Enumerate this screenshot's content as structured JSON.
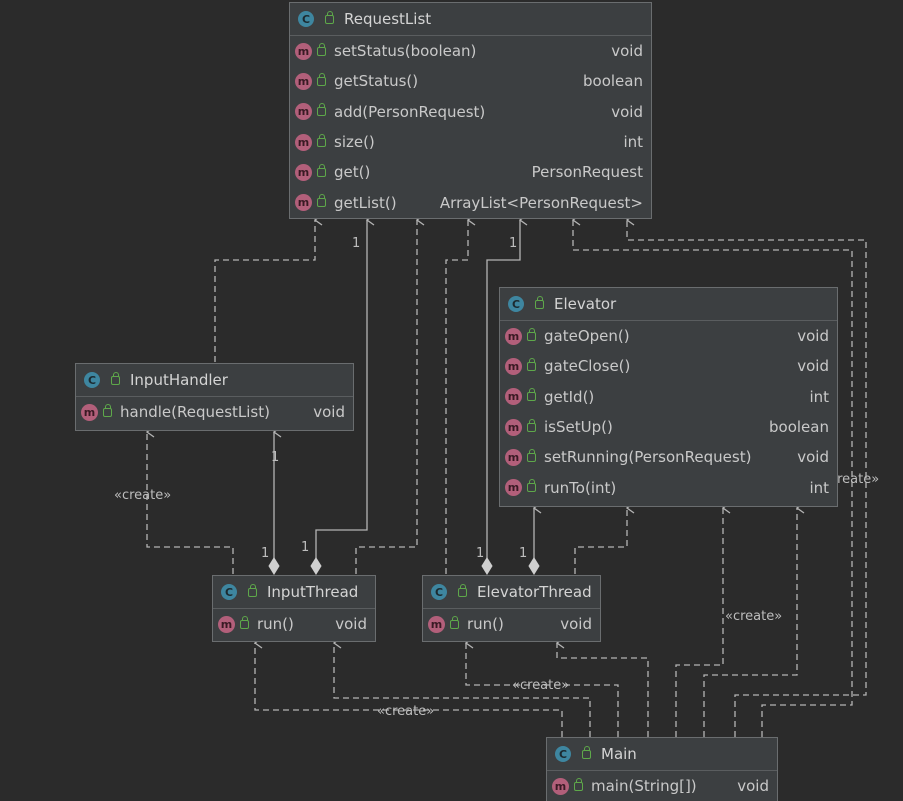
{
  "classes": {
    "request_list": {
      "name": "RequestList",
      "methods": [
        {
          "name": "setStatus(boolean)",
          "type": "void"
        },
        {
          "name": "getStatus()",
          "type": "boolean"
        },
        {
          "name": "add(PersonRequest)",
          "type": "void"
        },
        {
          "name": "size()",
          "type": "int"
        },
        {
          "name": "get()",
          "type": "PersonRequest"
        },
        {
          "name": "getList()",
          "type": "ArrayList<PersonRequest>"
        }
      ]
    },
    "elevator": {
      "name": "Elevator",
      "methods": [
        {
          "name": "gateOpen()",
          "type": "void"
        },
        {
          "name": "gateClose()",
          "type": "void"
        },
        {
          "name": "getId()",
          "type": "int"
        },
        {
          "name": "isSetUp()",
          "type": "boolean"
        },
        {
          "name": "setRunning(PersonRequest)",
          "type": "void"
        },
        {
          "name": "runTo(int)",
          "type": "int"
        }
      ]
    },
    "input_handler": {
      "name": "InputHandler",
      "methods": [
        {
          "name": "handle(RequestList)",
          "type": "void"
        }
      ]
    },
    "input_thread": {
      "name": "InputThread",
      "methods": [
        {
          "name": "run()",
          "type": "void"
        }
      ]
    },
    "elevator_thread": {
      "name": "ElevatorThread",
      "methods": [
        {
          "name": "run()",
          "type": "void"
        }
      ]
    },
    "main": {
      "name": "Main",
      "methods": [
        {
          "name": "main(String[])",
          "type": "void"
        }
      ]
    }
  },
  "icons": {
    "class_icon_letter": "C",
    "method_icon_letter": "m"
  },
  "edge_labels": {
    "create": "«create»",
    "one": "1"
  },
  "colors": {
    "background": "#2b2b2b",
    "box": "#3c3f41",
    "edge": "#b4b4b4"
  }
}
